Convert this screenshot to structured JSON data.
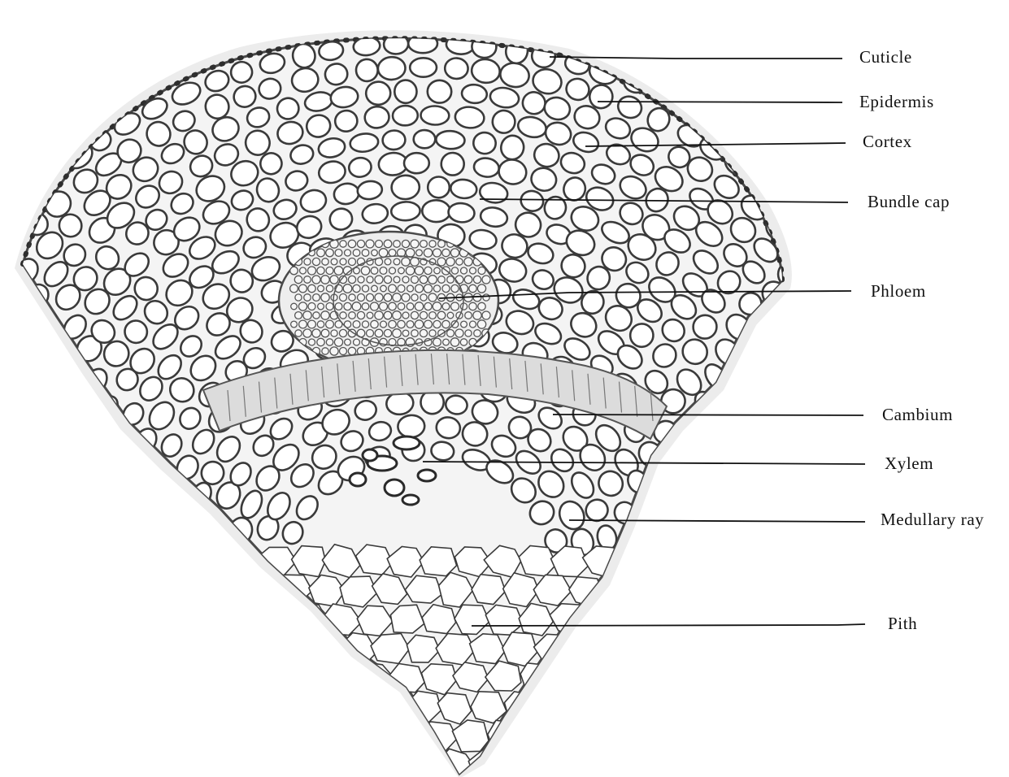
{
  "figure": {
    "labels": {
      "cuticle": "Cuticle",
      "epidermis": "Epidermis",
      "cortex": "Cortex",
      "bundle_cap": "Bundle cap",
      "phloem": "Phloem",
      "cambium": "Cambium",
      "xylem": "Xylem",
      "medullary_ray": "Medullary ray",
      "pith": "Pith"
    },
    "colors": {
      "cell_wall": "#3a3a3a",
      "cell_fill": "#ffffff",
      "shading": "#d7d7d7",
      "leader_line": "#111111"
    }
  }
}
